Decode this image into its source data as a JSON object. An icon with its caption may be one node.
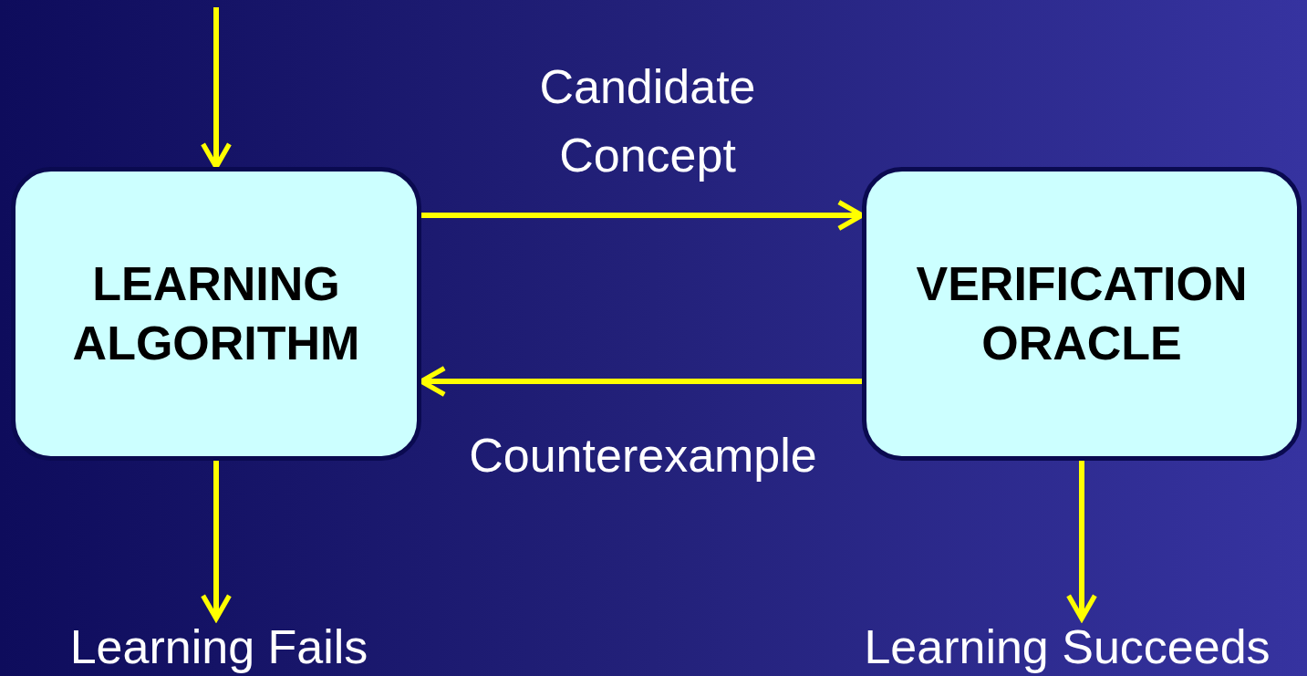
{
  "diagram": {
    "nodes": [
      {
        "text": [
          "LEARNING ALGORITHM"
        ]
      },
      {
        "text": [
          "VERIFICATION ORACLE"
        ]
      },
      {
        "text": [
          "Learning Fails"
        ]
      },
      {
        "text": [
          "Learning Succeeds"
        ]
      }
    ],
    "edges": [
      {
        "from": null,
        "to": 0,
        "arrow": "to"
      },
      {
        "from": 0,
        "to": 1,
        "arrow": "to",
        "label": "Candidate Concept"
      },
      {
        "from": 1,
        "to": 0,
        "arrow": "to",
        "label": "Counterexample"
      },
      {
        "from": 0,
        "to": 2,
        "arrow": "to"
      },
      {
        "from": 1,
        "to": 3,
        "arrow": "to"
      }
    ]
  }
}
